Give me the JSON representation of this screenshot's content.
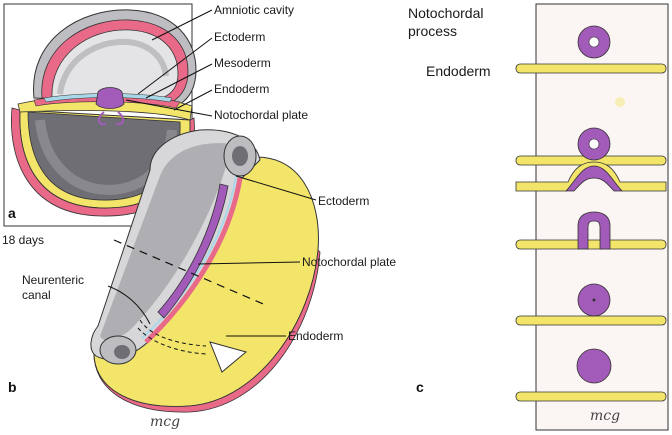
{
  "colors": {
    "pink": "#e86a88",
    "yellow": "#f2e56a",
    "purple": "#a25bb8",
    "grey_dark": "#7b7b80",
    "grey_light": "#d7d7da",
    "outline": "#333333"
  },
  "panel_a": {
    "letter": "a",
    "labels": {
      "amniotic_cavity": "Amniotic cavity",
      "ectoderm": "Ectoderm",
      "mesoderm": "Mesoderm",
      "endoderm": "Endoderm",
      "notochordal_plate": "Notochordal plate"
    }
  },
  "panel_b": {
    "letter": "b",
    "age": "18 days",
    "labels": {
      "ectoderm": "Ectoderm",
      "notochordal_plate": "Notochordal plate",
      "neurenteric_canal": [
        "Neurenteric",
        "canal"
      ],
      "endoderm": "Endoderm"
    },
    "signature": "mcg"
  },
  "panel_c": {
    "letter": "c",
    "labels": {
      "notochordal_process": [
        "Notochordal",
        "process"
      ],
      "endoderm": "Endoderm"
    },
    "signature": "mcg",
    "stages": [
      "hollow notochordal process",
      "process fusing with endoderm",
      "notochordal plate arched",
      "notochordal plate folding",
      "notochord closing",
      "solid notochord"
    ]
  }
}
